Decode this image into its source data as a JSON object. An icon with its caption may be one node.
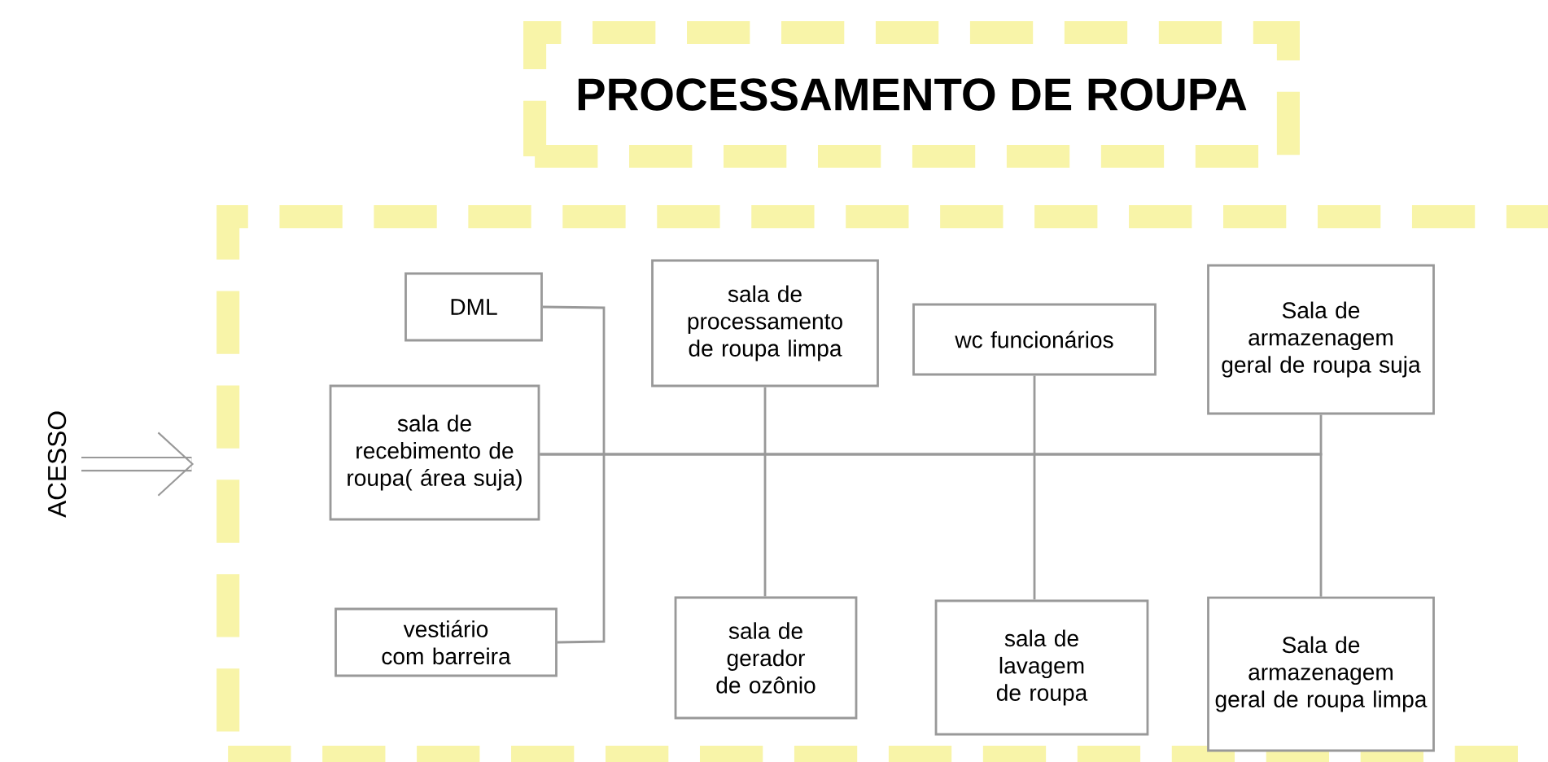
{
  "diagram": {
    "nodes": [
      {
        "text": [
          "PROCESSAMENTO DE  ROUPA"
        ]
      },
      {
        "text": [],
        "shape": "box"
      },
      {
        "text": [
          "DML"
        ],
        "in": 1
      },
      {
        "text": [
          "sala de recebimento de roupa( área suja)"
        ],
        "in": 1
      },
      {
        "text": [
          "vestiário com barreira"
        ],
        "in": 1
      },
      {
        "text": [
          "sala de processamento de roupa limpa"
        ],
        "in": 1
      },
      {
        "text": [
          "sala de gerador de ozônio"
        ],
        "in": 1
      },
      {
        "text": [
          "wc funcionários"
        ],
        "in": 1
      },
      {
        "text": [
          "sala de lavagem de roupa"
        ],
        "in": 1
      },
      {
        "text": [
          "Sala de armazenagem geral de roupa suja"
        ],
        "in": 1
      },
      {
        "text": [
          "Sala de armazenagem geral de roupa limpa"
        ],
        "in": 1
      }
    ],
    "edges": [
      {
        "from": null,
        "to": 1,
        "arrow": "to",
        "style": "thick"
      },
      {
        "from": 2,
        "to": 4,
        "arrow": "none"
      },
      {
        "from": 3,
        "to": 9,
        "arrow": "none"
      },
      {
        "from": 3,
        "to": 10,
        "arrow": "none"
      },
      {
        "from": 5,
        "to": 6,
        "arrow": "none"
      },
      {
        "from": 7,
        "to": 8,
        "arrow": "none"
      }
    ],
    "labels": [
      "ACESSO"
    ]
  }
}
